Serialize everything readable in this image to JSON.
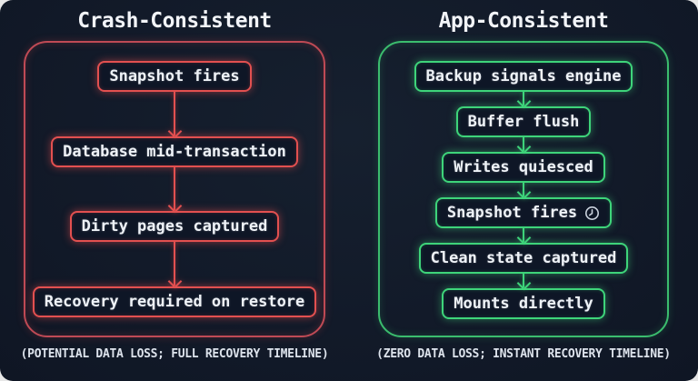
{
  "panels": [
    {
      "id": "crash-consistent",
      "title": "Crash-Consistent",
      "accent": "#e25050",
      "frame": "#bf4a55",
      "glow": "rgba(235,75,75,0.55)",
      "glow_soft": "rgba(235,75,75,0.22)",
      "steps": [
        "Snapshot fires",
        "Database mid-transaction",
        "Dirty pages captured",
        "Recovery required on restore"
      ],
      "caption": "(POTENTIAL DATA LOSS; FULL RECOVERY TIMELINE)"
    },
    {
      "id": "app-consistent",
      "title": "App-Consistent",
      "accent": "#3ed47a",
      "frame": "#3bbd6e",
      "glow": "rgba(62,212,122,0.5)",
      "glow_soft": "rgba(62,212,122,0.2)",
      "steps": [
        "Backup signals engine",
        "Buffer flush",
        "Writes quiesced",
        "Snapshot fires",
        "Clean state captured",
        "Mounts directly"
      ],
      "step_icon": {
        "index": 3,
        "name": "clock-icon"
      },
      "caption": "(ZERO DATA LOSS; INSTANT RECOVERY TIMELINE)"
    }
  ]
}
